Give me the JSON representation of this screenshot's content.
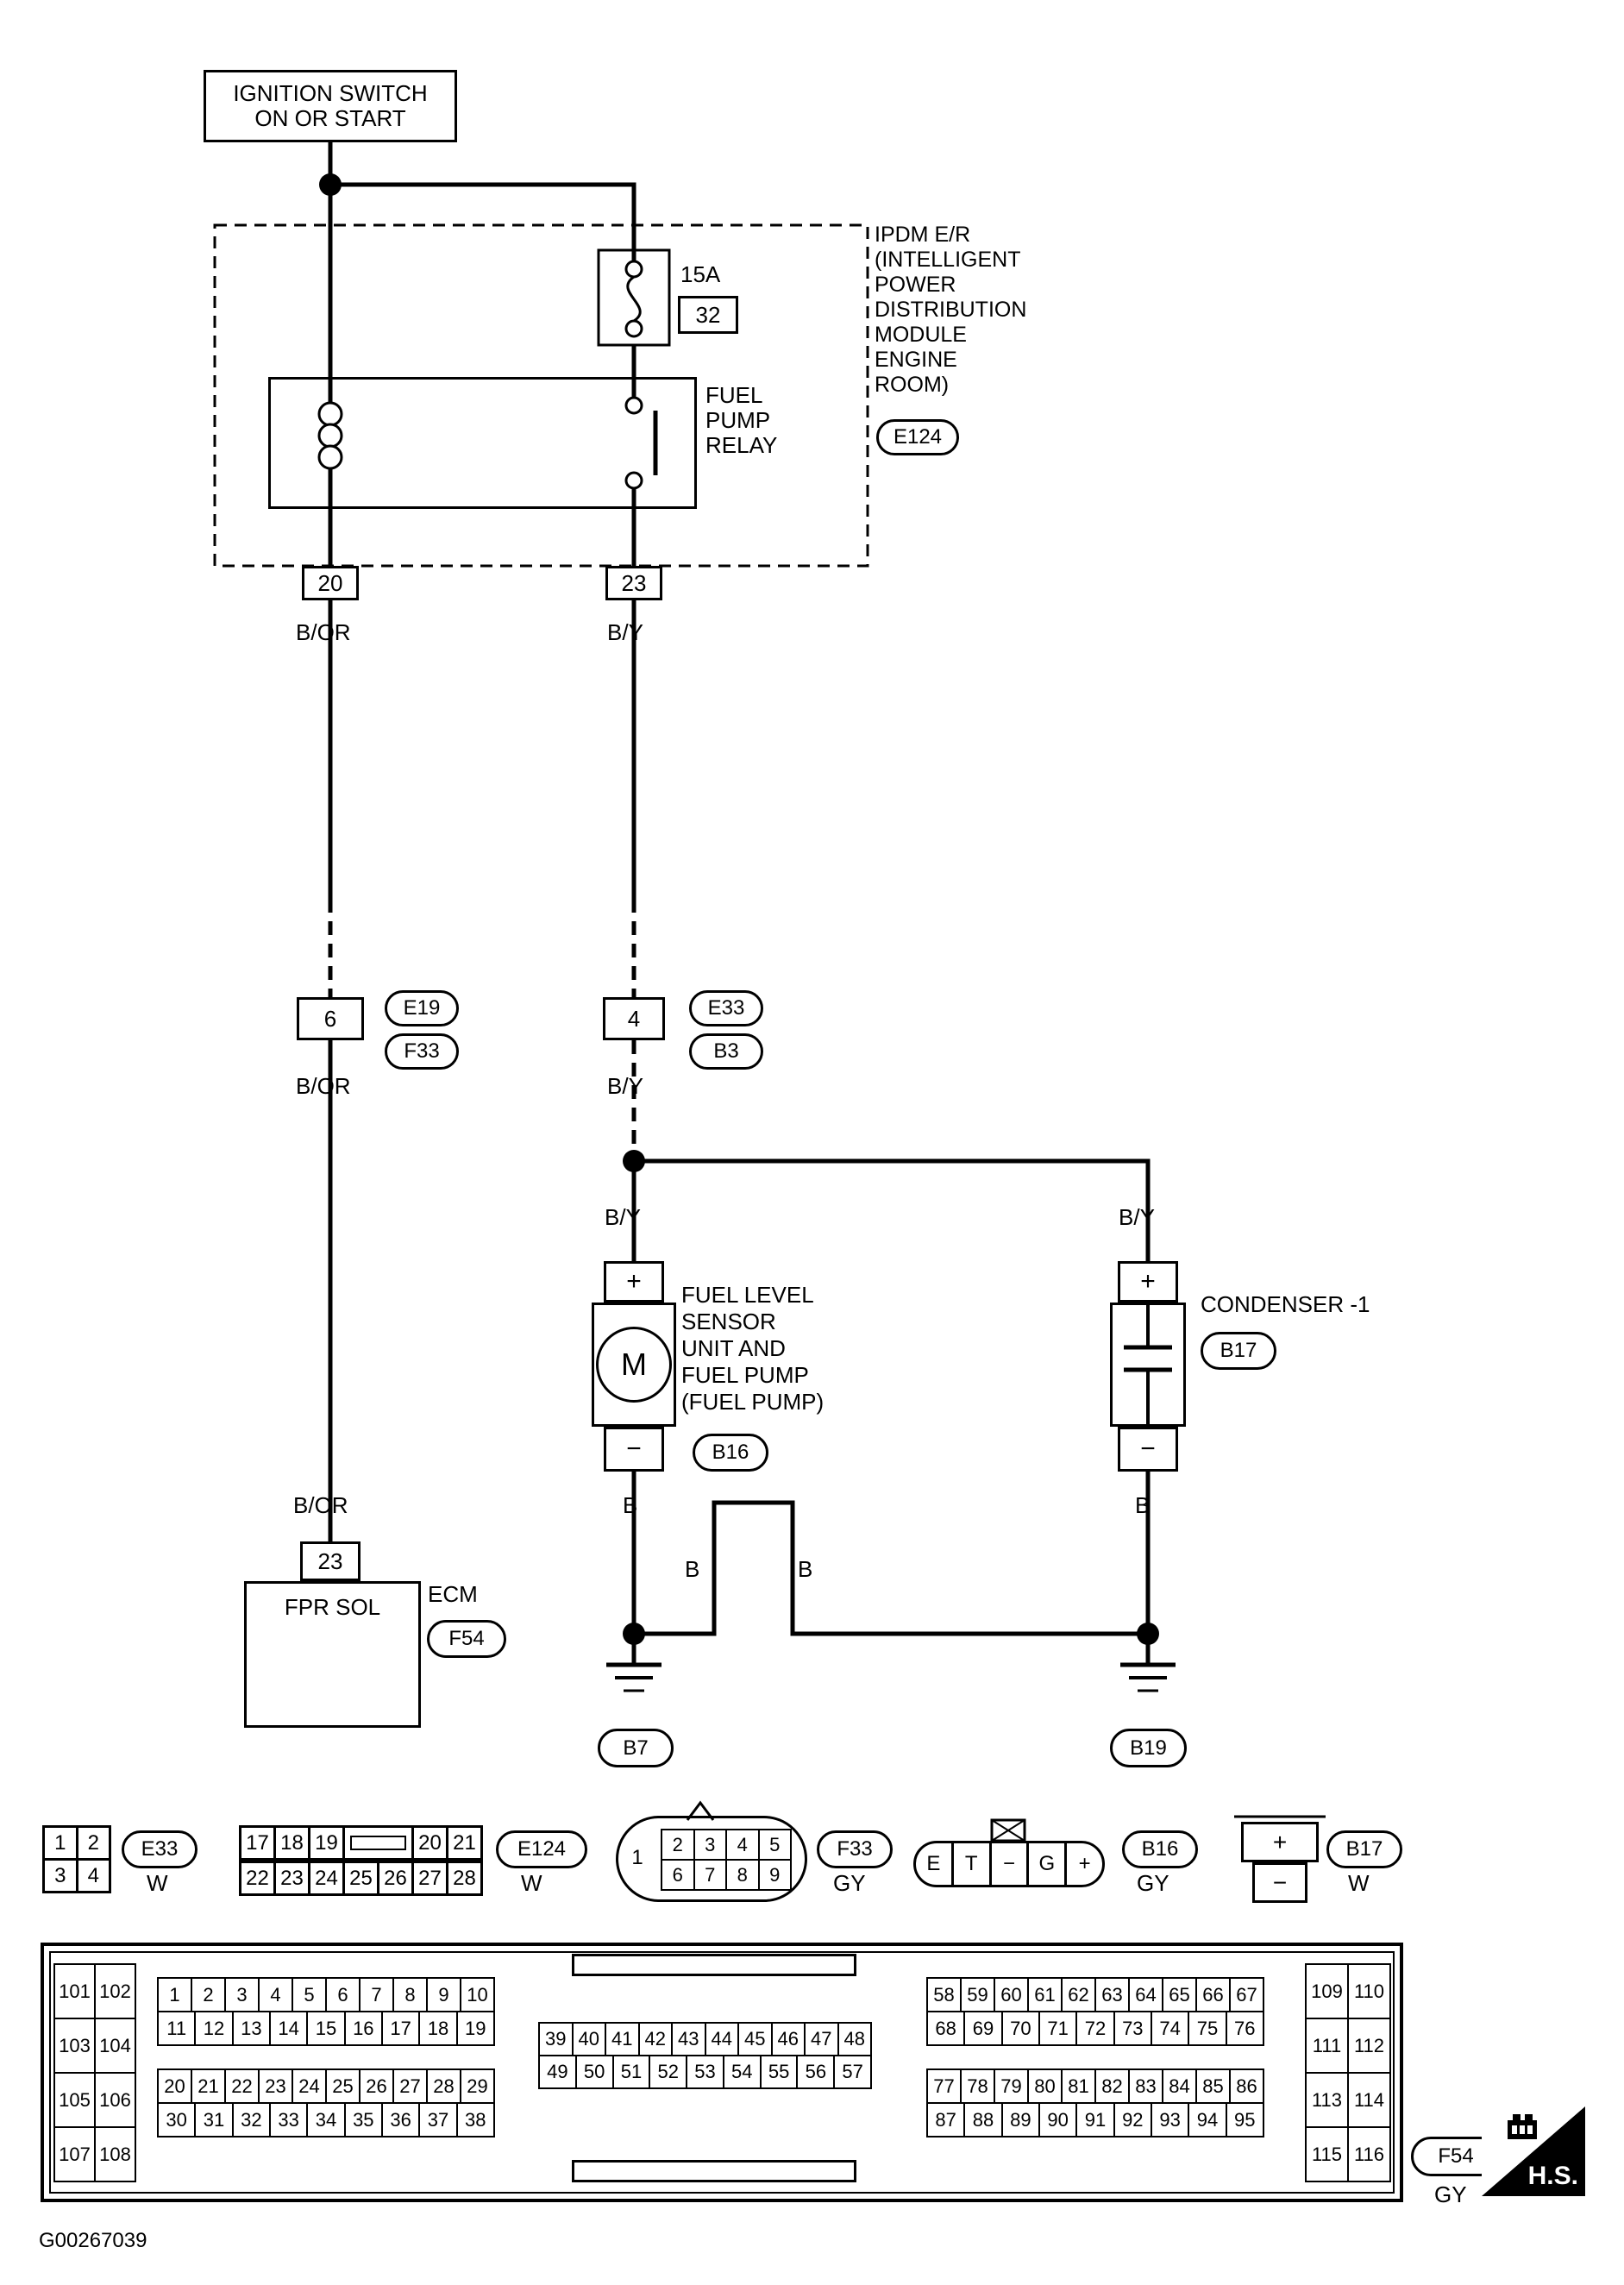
{
  "title_block": {
    "doc_number": "G00267039",
    "hs_logo": "H.S."
  },
  "ignition": {
    "line1": "IGNITION SWITCH",
    "line2": "ON OR START"
  },
  "ipdm": {
    "label": [
      "IPDM E/R",
      "(INTELLIGENT",
      "POWER",
      "DISTRIBUTION",
      "MODULE",
      "ENGINE",
      "ROOM)"
    ],
    "connector": "E124",
    "fuse": {
      "rating": "15A",
      "number": "32"
    },
    "relay": [
      "FUEL",
      "PUMP",
      "RELAY"
    ],
    "pin_left": "20",
    "pin_right": "23"
  },
  "left_branch": {
    "wire_color_1": "B/OR",
    "pin": "6",
    "conn_a": "E19",
    "conn_b": "F33",
    "wire_color_2": "B/OR",
    "wire_color_3": "B/OR",
    "ecm": {
      "pin": "23",
      "box_label": "FPR SOL",
      "name": "ECM",
      "connector": "F54"
    }
  },
  "right_branch": {
    "wire_color_1": "B/Y",
    "pin": "4",
    "conn_a": "E33",
    "conn_b": "B3",
    "wire_color_2": "B/Y",
    "wire_color_3": "B/Y",
    "wire_color_4": "B/Y"
  },
  "pump": {
    "plus": "+",
    "minus": "−",
    "motor": "M",
    "label": [
      "FUEL LEVEL",
      "SENSOR",
      "UNIT AND",
      "FUEL PUMP",
      "(FUEL PUMP)"
    ],
    "connector": "B16",
    "wire_b": "B",
    "ground": "B7"
  },
  "condenser": {
    "plus": "+",
    "minus": "−",
    "label": "CONDENSER -1",
    "connector": "B17",
    "wire_b": "B",
    "ground": "B19"
  },
  "splice": {
    "b_left": "B",
    "b_right": "B"
  },
  "connector_row": {
    "e33": {
      "name": "E33",
      "color": "W",
      "pins": [
        [
          "1",
          "2"
        ],
        [
          "3",
          "4"
        ]
      ]
    },
    "e124": {
      "name": "E124",
      "color": "W",
      "row1_left": [
        "17",
        "18",
        "19"
      ],
      "row1_right": [
        "20",
        "21"
      ],
      "row2": [
        [
          "22",
          "23",
          "24",
          "25",
          "26",
          "27",
          "28"
        ]
      ]
    },
    "f33": {
      "name": "F33",
      "color": "GY",
      "pin1": "1",
      "pins": [
        [
          "2",
          "3",
          "4",
          "5"
        ],
        [
          "6",
          "7",
          "8",
          "9"
        ]
      ]
    },
    "b16": {
      "name": "B16",
      "color": "GY",
      "cells": [
        "E",
        "T",
        "−",
        "G",
        "+"
      ]
    },
    "b17": {
      "name": "B17",
      "color": "W",
      "plus": "+",
      "minus": "−"
    }
  },
  "f54_block": {
    "connector": "F54",
    "color": "GY",
    "left_col": [
      [
        "101",
        "102"
      ],
      [
        "103",
        "104"
      ],
      [
        "105",
        "106"
      ],
      [
        "107",
        "108"
      ]
    ],
    "grid_a": [
      [
        "1",
        "2",
        "3",
        "4",
        "5",
        "6",
        "7",
        "8",
        "9",
        "10"
      ],
      [
        "11",
        "12",
        "13",
        "14",
        "15",
        "16",
        "17",
        "18",
        "19"
      ]
    ],
    "grid_b": [
      [
        "20",
        "21",
        "22",
        "23",
        "24",
        "25",
        "26",
        "27",
        "28",
        "29"
      ],
      [
        "30",
        "31",
        "32",
        "33",
        "34",
        "35",
        "36",
        "37",
        "38"
      ]
    ],
    "grid_c": [
      [
        "39",
        "40",
        "41",
        "42",
        "43",
        "44",
        "45",
        "46",
        "47",
        "48"
      ],
      [
        "49",
        "50",
        "51",
        "52",
        "53",
        "54",
        "55",
        "56",
        "57"
      ]
    ],
    "grid_d": [
      [
        "58",
        "59",
        "60",
        "61",
        "62",
        "63",
        "64",
        "65",
        "66",
        "67"
      ],
      [
        "68",
        "69",
        "70",
        "71",
        "72",
        "73",
        "74",
        "75",
        "76"
      ]
    ],
    "grid_e": [
      [
        "77",
        "78",
        "79",
        "80",
        "81",
        "82",
        "83",
        "84",
        "85",
        "86"
      ],
      [
        "87",
        "88",
        "89",
        "90",
        "91",
        "92",
        "93",
        "94",
        "95"
      ]
    ],
    "right_col": [
      [
        "109",
        "110"
      ],
      [
        "111",
        "112"
      ],
      [
        "113",
        "114"
      ],
      [
        "115",
        "116"
      ]
    ]
  }
}
